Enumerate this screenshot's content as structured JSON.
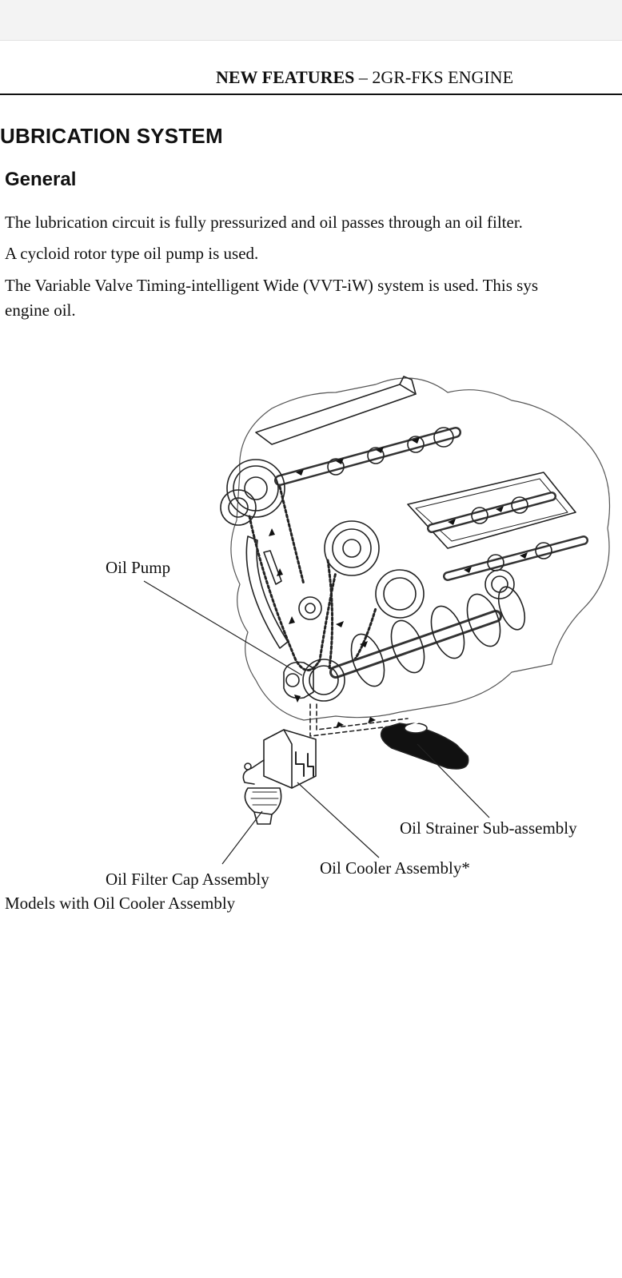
{
  "header": {
    "title_strong": "NEW FEATURES",
    "title_rest": " – 2GR-FKS ENGINE"
  },
  "section": {
    "title": "UBRICATION SYSTEM"
  },
  "subsection": {
    "title": "General"
  },
  "paragraphs": [
    "The lubrication circuit is fully pressurized and oil passes through an oil filter.",
    "A cycloid rotor type oil pump is used.",
    "The Variable Valve Timing-intelligent Wide (VVT-iW) system is used. This sys",
    "engine oil."
  ],
  "figure": {
    "callouts": {
      "oil_pump": "Oil Pump",
      "oil_strainer": "Oil Strainer Sub-assembly",
      "oil_cooler": "Oil Cooler Assembly*",
      "oil_filter_cap": "Oil Filter Cap Assembly"
    }
  },
  "footnote": "Models with Oil Cooler Assembly"
}
